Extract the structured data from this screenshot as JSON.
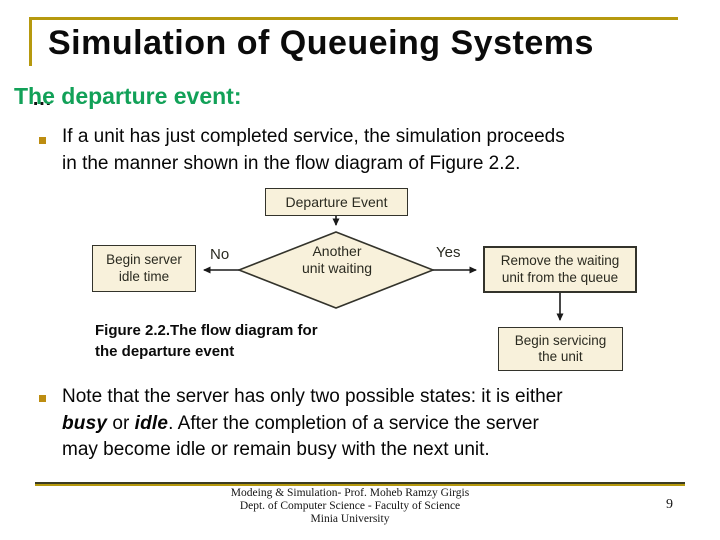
{
  "slide": {
    "title": "Simulation of Queueing Systems",
    "heading": "The departure event:",
    "heading_dots": "…",
    "bullet1_lines": {
      "l1": "If a unit has just completed service, the simulation proceeds",
      "l2": "in the manner shown in the flow diagram of Figure 2.2."
    },
    "bullet2_lines": {
      "l1": "Note that the server has only two possible states: it is either",
      "l2_busy": "busy",
      "l2_mid": " or ",
      "l2_idle": "idle",
      "l2_rest": ". After the completion of a service the server",
      "l3": "may become idle or remain busy with the next unit."
    },
    "caption_lines": {
      "l1": "Figure 2.2.The flow diagram for",
      "l2": "the departure event"
    }
  },
  "diagram": {
    "boxes": {
      "start": [
        "Departure Event"
      ],
      "decision": [
        "Another",
        "unit waiting"
      ],
      "no_box": [
        "Begin server",
        "idle time"
      ],
      "yes_box": [
        "Remove the waiting",
        "unit from the queue"
      ],
      "service_box": [
        "Begin servicing",
        "the unit"
      ]
    },
    "edge_labels": {
      "no": "No",
      "yes": "Yes"
    }
  },
  "footer": {
    "line1": "Modeing & Simulation- Prof. Moheb Ramzy Girgis",
    "line2": "Dept. of Computer Science - Faculty of Science",
    "line3": "Minia University",
    "page_number": "9"
  },
  "colors": {
    "accent_gold": "#B6990E",
    "heading_green": "#12A158",
    "flow_box_fill": "#F8F1DB",
    "flow_box_border": "#33332B",
    "bullet_square": "#BD8D11"
  }
}
